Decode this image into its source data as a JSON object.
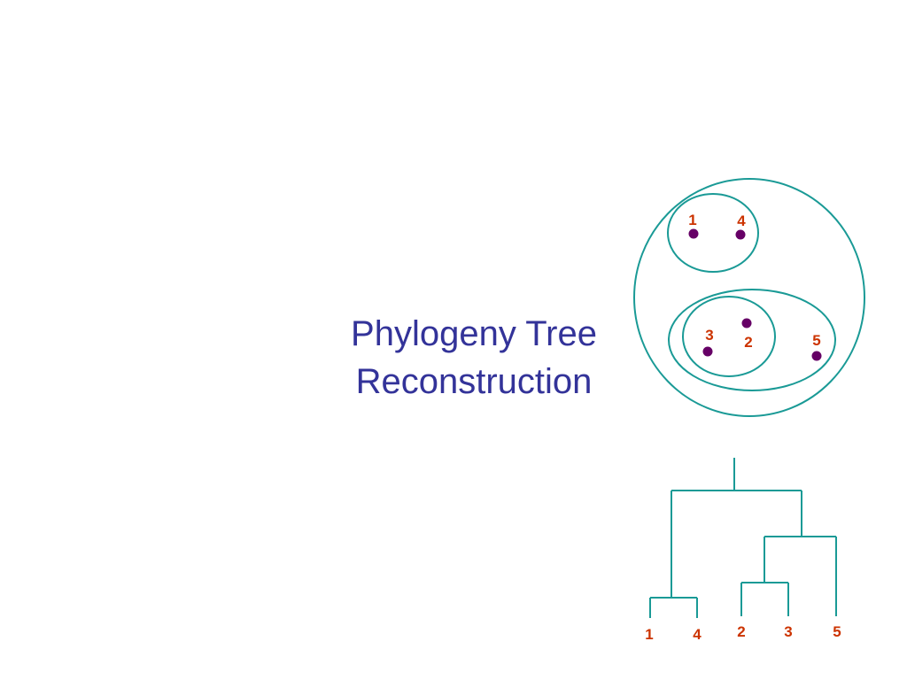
{
  "title": {
    "line1": "Phylogeny Tree",
    "line2": "Reconstruction"
  },
  "clusters": {
    "labels": {
      "a": "1",
      "b": "4",
      "c": "3",
      "d": "2",
      "e": "5"
    }
  },
  "tree": {
    "leaves": [
      "1",
      "4",
      "2",
      "3",
      "5"
    ]
  },
  "colors": {
    "title": "#333399",
    "lines": "#1a9a96",
    "labels": "#cc3300",
    "dots": "#660066",
    "background": "#ffffff"
  }
}
